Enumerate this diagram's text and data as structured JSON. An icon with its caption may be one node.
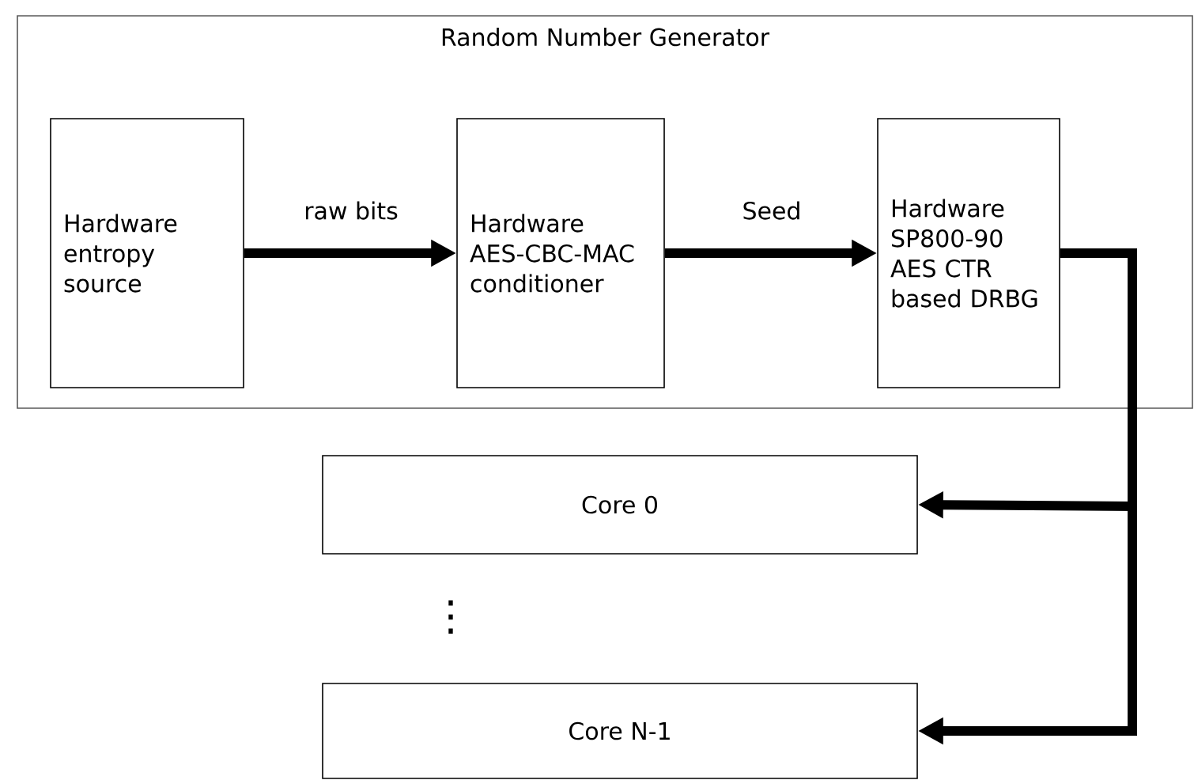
{
  "diagram": {
    "nodes": [
      {
        "text": [
          "Random Number Generator"
        ]
      },
      {
        "text": [
          "Hardware entropy source"
        ],
        "in": 0
      },
      {
        "text": [
          "Hardware AES-CBC-MAC conditioner"
        ],
        "in": 0
      },
      {
        "text": [
          "Hardware SP800-90 AES CTR based DRBG"
        ],
        "in": 0
      },
      {
        "text": [
          "Core 0"
        ]
      },
      {
        "text": [
          "Core N-1"
        ]
      }
    ],
    "edges": [
      {
        "from": 1,
        "to": 2,
        "arrow": "to",
        "label": "raw bits"
      },
      {
        "from": 2,
        "to": 3,
        "arrow": "to",
        "label": "Seed"
      },
      {
        "from": 3,
        "to": 4,
        "arrow": "to"
      },
      {
        "from": 3,
        "to": 5,
        "arrow": "to"
      }
    ],
    "labels": [
      "⋮"
    ]
  }
}
